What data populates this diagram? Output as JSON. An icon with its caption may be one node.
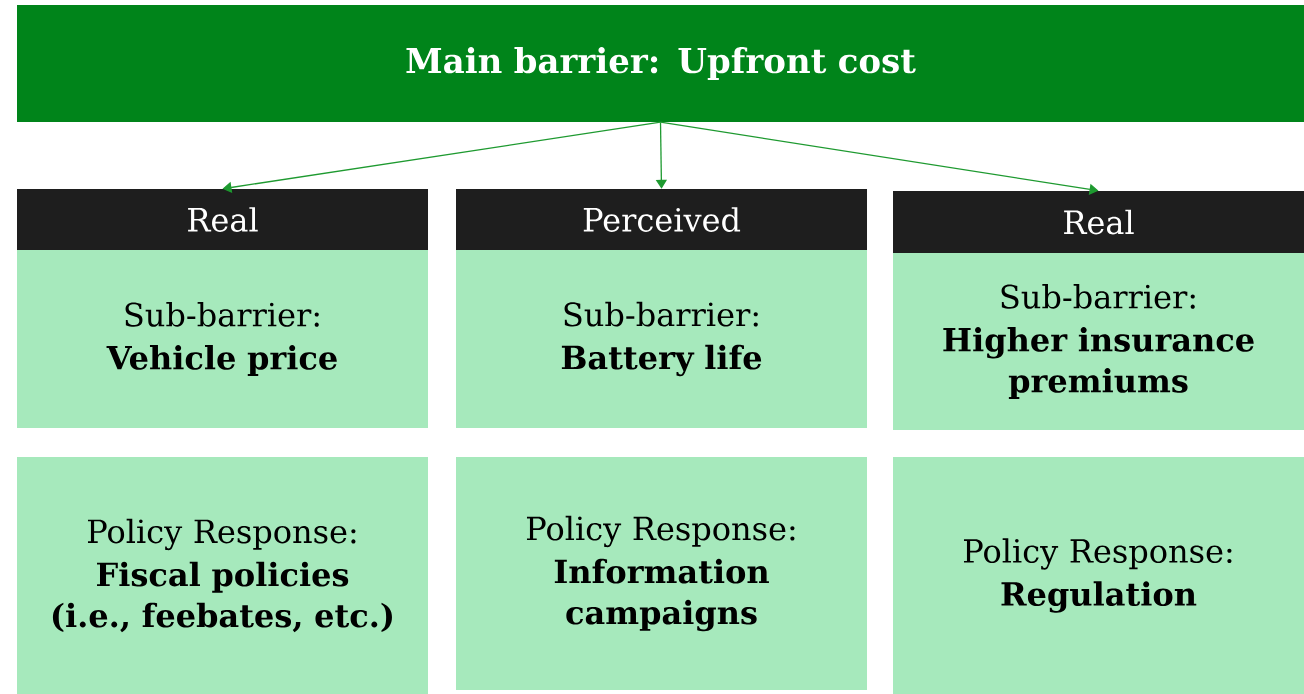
{
  "diagram": {
    "nodes": [
      {
        "text": [
          "Main barrier: Upfront cost"
        ]
      },
      {
        "text": [
          "Real"
        ]
      },
      {
        "text": [
          "Perceived"
        ]
      },
      {
        "text": [
          "Real"
        ]
      },
      {
        "text": [
          "Sub-barrier:",
          "Vehicle price"
        ]
      },
      {
        "text": [
          "Sub-barrier:",
          "Battery life"
        ]
      },
      {
        "text": [
          "Sub-barrier:",
          "Higher insurance premiums"
        ]
      },
      {
        "text": [
          "Policy Response:",
          "Fiscal policies (i.e., feebates, etc.)"
        ]
      },
      {
        "text": [
          "Policy Response:",
          "Information campaigns"
        ]
      },
      {
        "text": [
          "Policy Response:",
          "Regulation"
        ]
      }
    ],
    "edges": [
      {
        "from": 0,
        "to": 1,
        "arrow": "to"
      },
      {
        "from": 0,
        "to": 2,
        "arrow": "to"
      },
      {
        "from": 0,
        "to": 3,
        "arrow": "to"
      }
    ]
  }
}
